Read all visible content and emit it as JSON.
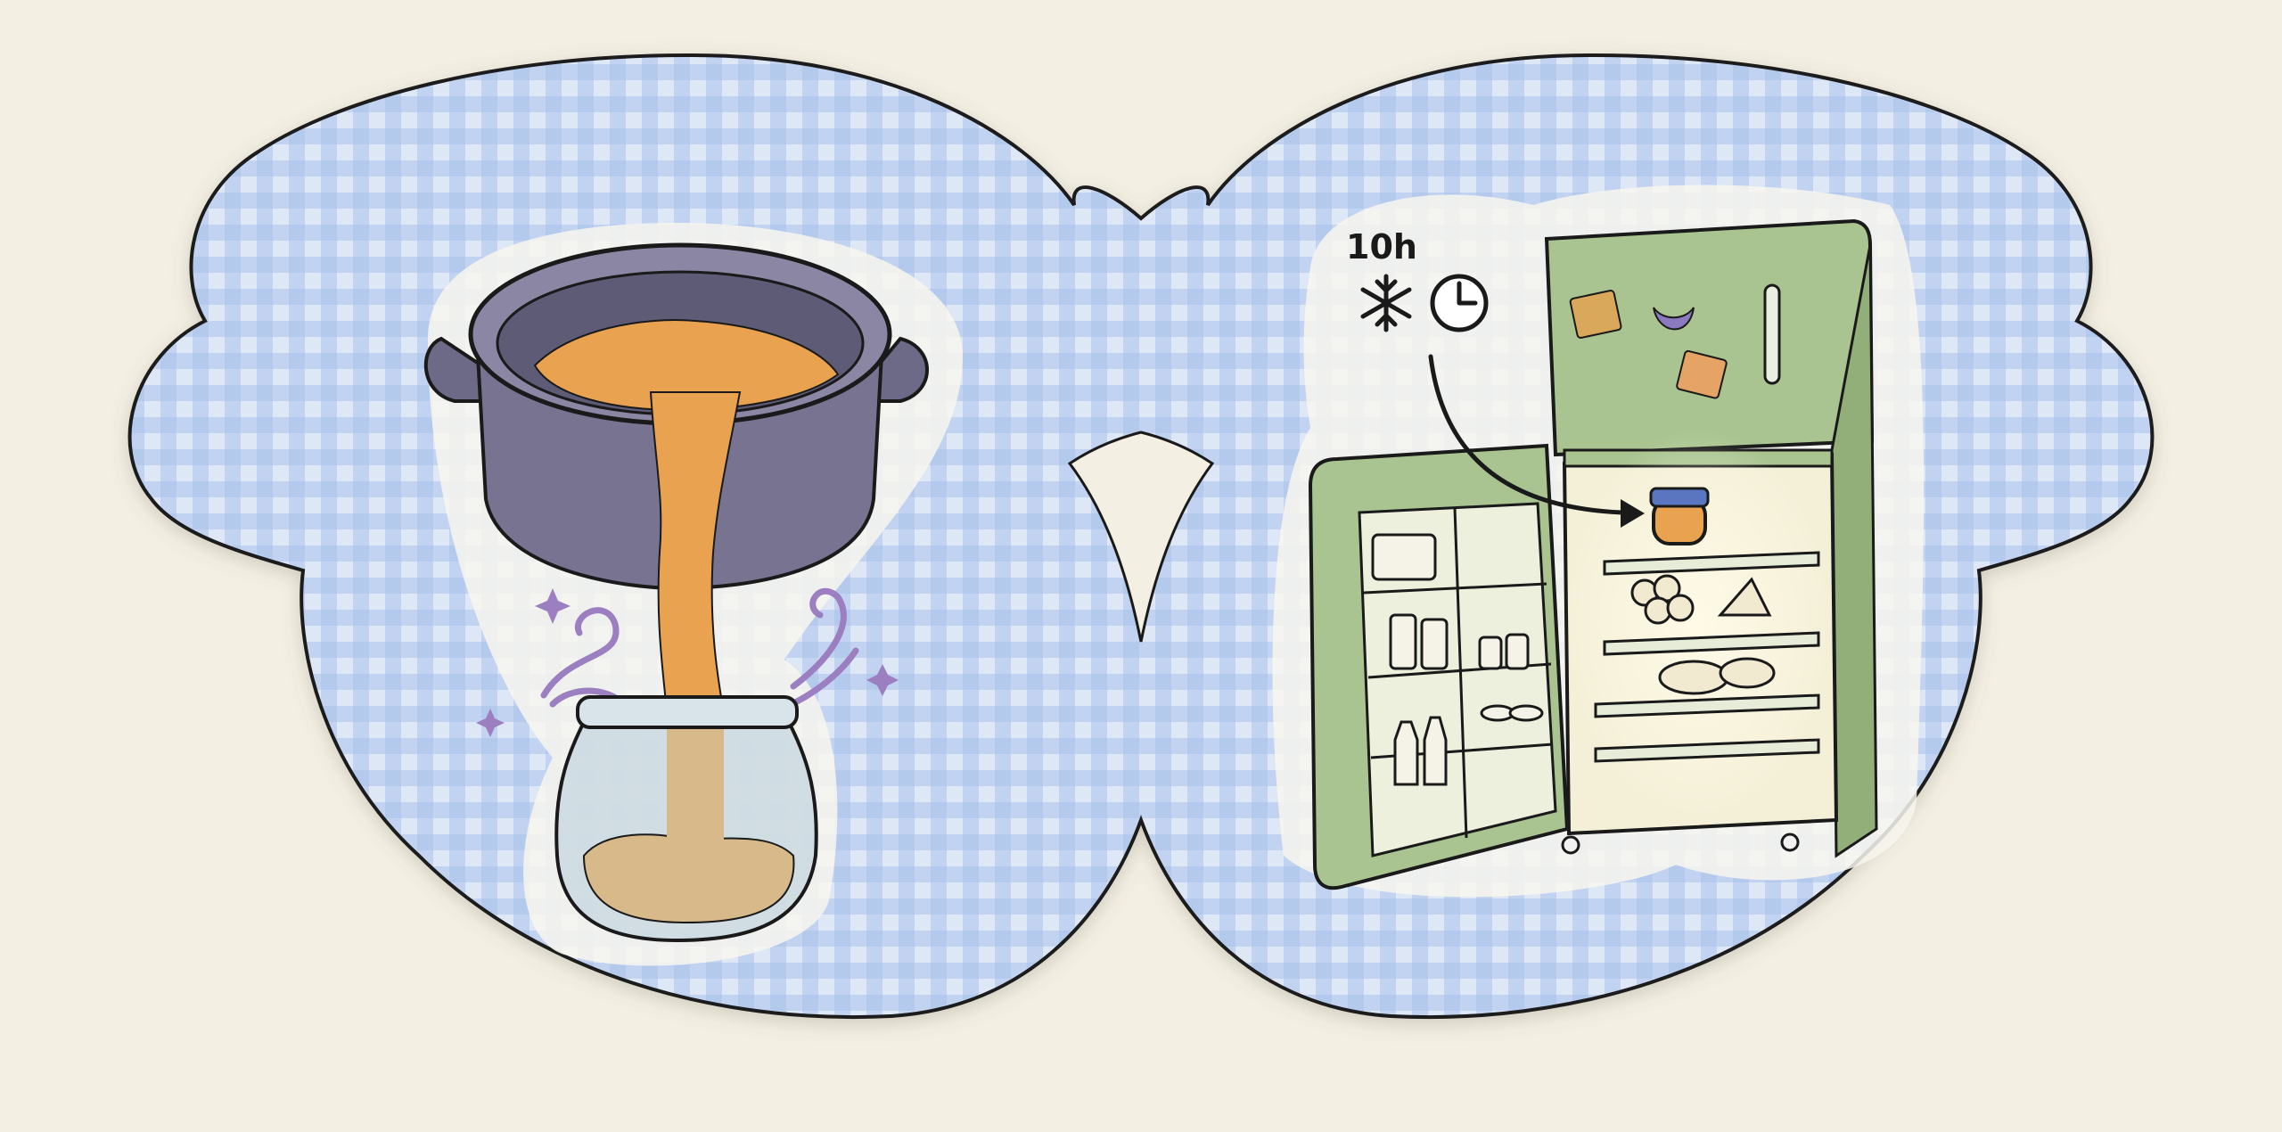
{
  "panels": {
    "left": {
      "name": "pouring-panel"
    },
    "right": {
      "name": "refrigerator-panel",
      "chill_time_label": "10h"
    }
  },
  "icons": {
    "snowflake": "snowflake-icon",
    "clock": "clock-icon"
  },
  "colors": {
    "background": "#f3efe3",
    "gingham_base": "#dde7f6",
    "gingham_stripe": "#a9c2ea",
    "pot": "#777391",
    "liquid": "#e9a24f",
    "jar_glass": "#c5d6df",
    "fridge": "#a9c490",
    "steam": "#9c7fc0",
    "outline": "#1a1a1a"
  }
}
